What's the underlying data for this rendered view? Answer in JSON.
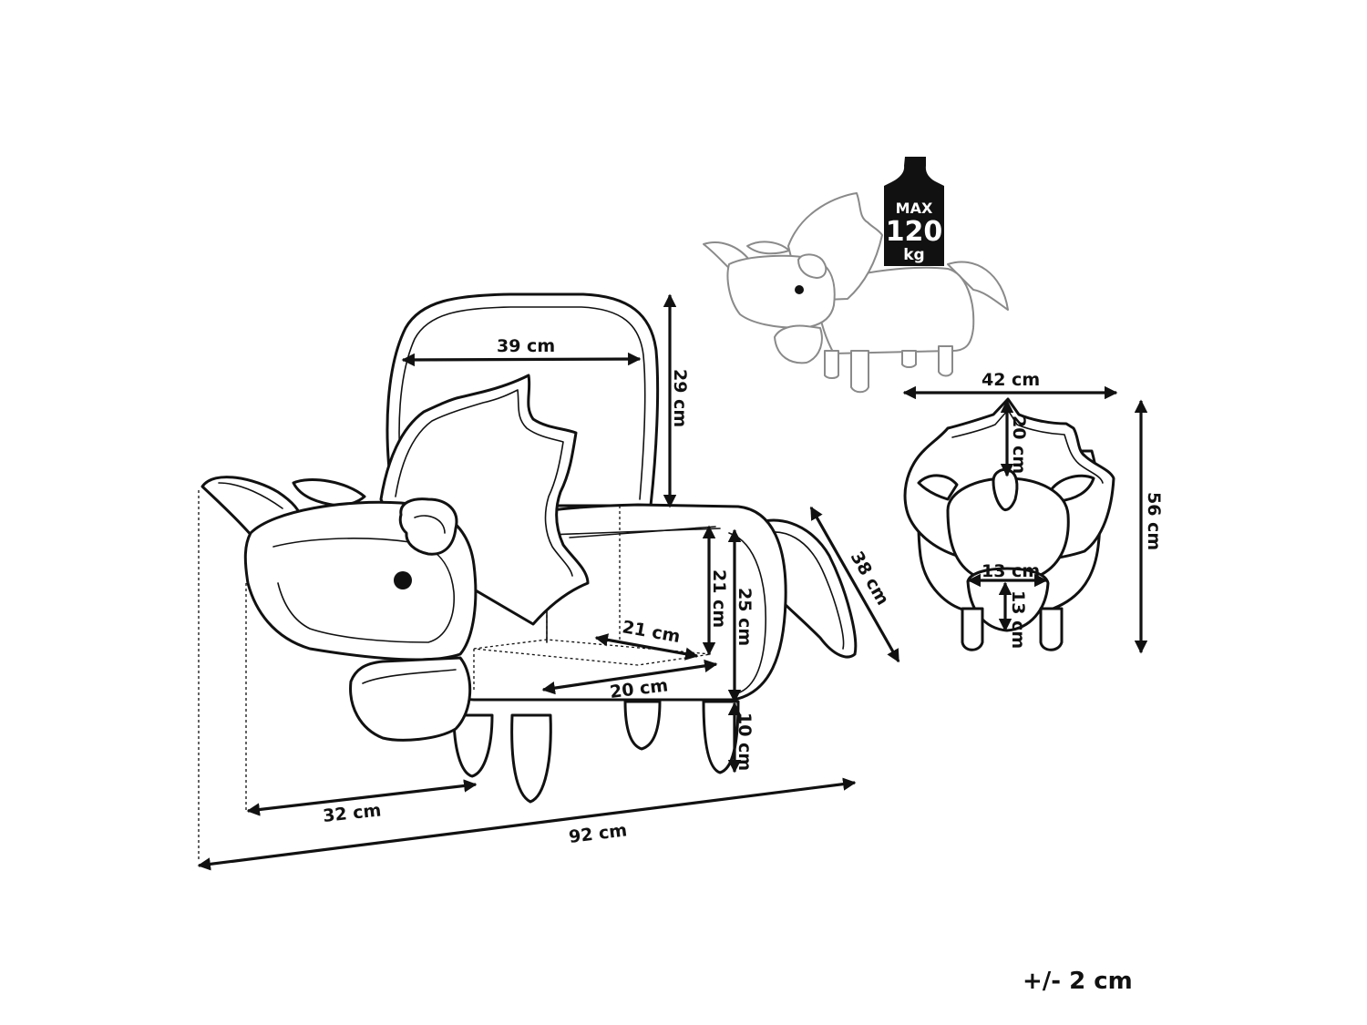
{
  "weight_badge": {
    "line1": "MAX",
    "line2": "120",
    "line3": "kg"
  },
  "side_view": {
    "backrest_width": "39 cm",
    "backrest_height": "29 cm",
    "seat_height_inner": "21 cm",
    "body_height": "25 cm",
    "storage_depth": "21 cm",
    "storage_width": "20 cm",
    "tail_length": "38 cm",
    "leg_height": "10 cm",
    "head_length": "32 cm",
    "total_length": "92 cm"
  },
  "front_view": {
    "total_width": "42 cm",
    "frill_height": "20 cm",
    "total_height": "56 cm",
    "snout_width": "13 cm",
    "snout_height": "13 cm"
  },
  "tolerance": "+/- 2 cm"
}
